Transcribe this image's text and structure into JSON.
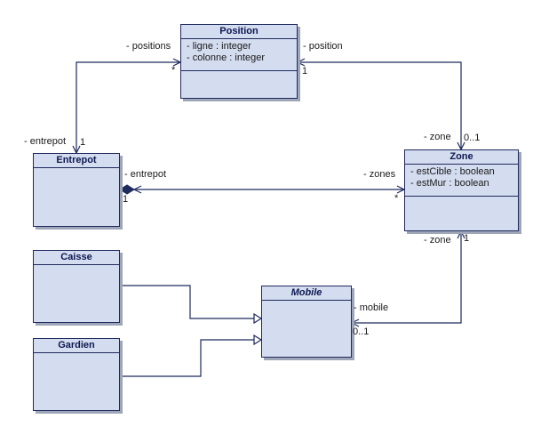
{
  "classes": {
    "position": {
      "name": "Position",
      "attributes": [
        "- ligne : integer",
        "- colonne : integer"
      ]
    },
    "entrepot": {
      "name": "Entrepot"
    },
    "zone": {
      "name": "Zone",
      "attributes": [
        "- estCible : boolean",
        "- estMur : boolean"
      ]
    },
    "caisse": {
      "name": "Caisse"
    },
    "gardien": {
      "name": "Gardien"
    },
    "mobile": {
      "name": "Mobile"
    }
  },
  "labels": {
    "positions": "- positions",
    "positions_mult": "*",
    "position_role": "- position",
    "position_mult": "1",
    "entrepot_role_top": "- entrepot",
    "entrepot_mult_top": "1",
    "zone_role_top": "- zone",
    "zone_mult_top": "0..1",
    "entrepot_role_mid": "- entrepot",
    "entrepot_mult_mid": "1",
    "zones_role": "- zones",
    "zones_mult": "*",
    "zone_role_bottom": "- zone",
    "zone_mult_bottom": "1",
    "mobile_role": "- mobile",
    "mobile_mult": "0..1"
  },
  "colors": {
    "fill": "#d4dcef",
    "border": "#1f2a5e",
    "shadow": "#9ea6b8",
    "title": "#0d1850"
  }
}
